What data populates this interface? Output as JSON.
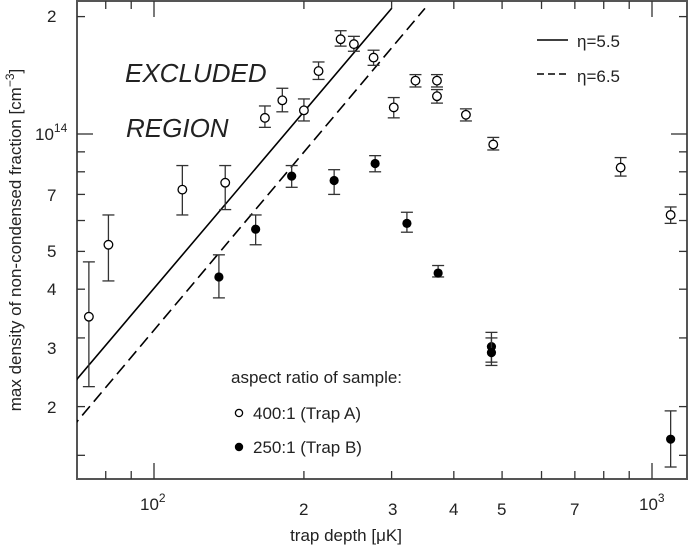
{
  "chart_data": {
    "type": "scatter",
    "title": "",
    "xlabel": "trap depth [μK]",
    "ylabel": "max density of non-condensed fraction [cm⁻³]",
    "xscale": "log",
    "yscale": "log",
    "xlim": [
      68,
      1070
    ],
    "ylim": [
      14500000000000.0,
      210000000000000.0
    ],
    "x_ticks": [
      {
        "value": 100,
        "label": "10^2"
      },
      {
        "value": 200,
        "label": "2"
      },
      {
        "value": 300,
        "label": "3"
      },
      {
        "value": 400,
        "label": "4"
      },
      {
        "value": 500,
        "label": "5"
      },
      {
        "value": 700,
        "label": "7"
      },
      {
        "value": 1000,
        "label": "10^3"
      }
    ],
    "y_ticks": [
      {
        "value": 20000000000000.0,
        "label": "2"
      },
      {
        "value": 30000000000000.0,
        "label": "3"
      },
      {
        "value": 40000000000000.0,
        "label": "4"
      },
      {
        "value": 50000000000000.0,
        "label": "5"
      },
      {
        "value": 70000000000000.0,
        "label": "7"
      },
      {
        "value": 100000000000000.0,
        "label": "10^14"
      },
      {
        "value": 200000000000000.0,
        "label": "2"
      }
    ],
    "grid": false,
    "annotations": [
      "EXCLUDED",
      "REGION"
    ],
    "legend_title": "aspect ratio of sample:",
    "series": [
      {
        "name": "400:1 (Trap A)",
        "marker": "open-circle",
        "points": [
          {
            "x": 74,
            "y": 34000000000000.0,
            "ylo": 22500000000000.0,
            "yhi": 47000000000000.0
          },
          {
            "x": 81,
            "y": 52000000000000.0,
            "ylo": 42000000000000.0,
            "yhi": 62000000000000.0
          },
          {
            "x": 114,
            "y": 72000000000000.0,
            "ylo": 62000000000000.0,
            "yhi": 83000000000000.0
          },
          {
            "x": 139,
            "y": 75000000000000.0,
            "ylo": 64000000000000.0,
            "yhi": 83000000000000.0
          },
          {
            "x": 167,
            "y": 110000000000000.0,
            "ylo": 104000000000000.0,
            "yhi": 118000000000000.0
          },
          {
            "x": 181,
            "y": 122000000000000.0,
            "ylo": 114000000000000.0,
            "yhi": 131000000000000.0
          },
          {
            "x": 200,
            "y": 115000000000000.0,
            "ylo": 108000000000000.0,
            "yhi": 123000000000000.0
          },
          {
            "x": 214,
            "y": 145000000000000.0,
            "ylo": 138000000000000.0,
            "yhi": 153000000000000.0
          },
          {
            "x": 237,
            "y": 175000000000000.0,
            "ylo": 168000000000000.0,
            "yhi": 184000000000000.0
          },
          {
            "x": 252,
            "y": 170000000000000.0,
            "ylo": 163000000000000.0,
            "yhi": 178000000000000.0
          },
          {
            "x": 276,
            "y": 157000000000000.0,
            "ylo": 150000000000000.0,
            "yhi": 164000000000000.0
          },
          {
            "x": 303,
            "y": 117000000000000.0,
            "ylo": 110000000000000.0,
            "yhi": 124000000000000.0
          },
          {
            "x": 335,
            "y": 137000000000000.0,
            "ylo": 132000000000000.0,
            "yhi": 142000000000000.0
          },
          {
            "x": 370,
            "y": 137000000000000.0,
            "ylo": 132000000000000.0,
            "yhi": 142000000000000.0
          },
          {
            "x": 370,
            "y": 125000000000000.0,
            "ylo": 120000000000000.0,
            "yhi": 130000000000000.0
          },
          {
            "x": 423,
            "y": 112000000000000.0,
            "ylo": 108000000000000.0,
            "yhi": 116000000000000.0
          },
          {
            "x": 480,
            "y": 94000000000000.0,
            "ylo": 91000000000000.0,
            "yhi": 98000000000000.0
          },
          {
            "x": 865,
            "y": 82000000000000.0,
            "ylo": 78000000000000.0,
            "yhi": 87000000000000.0
          },
          {
            "x": 1090,
            "y": 62000000000000.0,
            "ylo": 59000000000000.0,
            "yhi": 65000000000000.0
          }
        ]
      },
      {
        "name": "250:1 (Trap B)",
        "marker": "filled-circle",
        "points": [
          {
            "x": 135,
            "y": 43000000000000.0,
            "ylo": 38000000000000.0,
            "yhi": 49000000000000.0
          },
          {
            "x": 160,
            "y": 57000000000000.0,
            "ylo": 52000000000000.0,
            "yhi": 62000000000000.0
          },
          {
            "x": 189,
            "y": 78000000000000.0,
            "ylo": 73000000000000.0,
            "yhi": 83000000000000.0
          },
          {
            "x": 230,
            "y": 76000000000000.0,
            "ylo": 70000000000000.0,
            "yhi": 81000000000000.0
          },
          {
            "x": 278,
            "y": 84000000000000.0,
            "ylo": 80000000000000.0,
            "yhi": 88000000000000.0
          },
          {
            "x": 322,
            "y": 59000000000000.0,
            "ylo": 56000000000000.0,
            "yhi": 63000000000000.0
          },
          {
            "x": 372,
            "y": 44000000000000.0,
            "ylo": 43000000000000.0,
            "yhi": 46000000000000.0
          },
          {
            "x": 476,
            "y": 28500000000000.0,
            "ylo": 26000000000000.0,
            "yhi": 31000000000000.0
          },
          {
            "x": 476,
            "y": 27500000000000.0,
            "ylo": 25500000000000.0,
            "yhi": 30000000000000.0
          },
          {
            "x": 1090,
            "y": 16500000000000.0,
            "ylo": 14000000000000.0,
            "yhi": 19500000000000.0
          }
        ]
      }
    ],
    "lines": [
      {
        "name": "η=5.5",
        "style": "solid",
        "from": {
          "x": 68,
          "y": 22500000000000.0
        },
        "to": {
          "x": 300,
          "y": 210000000000000.0
        }
      },
      {
        "name": "η=6.5",
        "style": "dashed",
        "from": {
          "x": 68,
          "y": 17500000000000.0
        },
        "to": {
          "x": 350,
          "y": 210000000000000.0
        }
      }
    ]
  },
  "labels": {
    "ylabel_main": "max density of non-condensed fraction [cm",
    "ylabel_sup": "−3",
    "ylabel_end": "]",
    "xlabel": "trap depth [μK]",
    "annot_line1": "EXCLUDED",
    "annot_line2": "REGION",
    "legend_lines_1": "η=5.5",
    "legend_lines_2": "η=6.5",
    "legend_title": "aspect ratio of sample:",
    "legend_a": "400:1 (Trap A)",
    "legend_b": "250:1 (Trap B)",
    "xt_100_base": "10",
    "xt_100_exp": "2",
    "xt_200": "2",
    "xt_300": "3",
    "xt_400": "4",
    "xt_500": "5",
    "xt_700": "7",
    "xt_1000_base": "10",
    "xt_1000_exp": "3",
    "yt_2e13": "2",
    "yt_3e13": "3",
    "yt_4e13": "4",
    "yt_5e13": "5",
    "yt_7e13": "7",
    "yt_1e14_base": "10",
    "yt_1e14_exp": "14",
    "yt_2e14": "2"
  }
}
